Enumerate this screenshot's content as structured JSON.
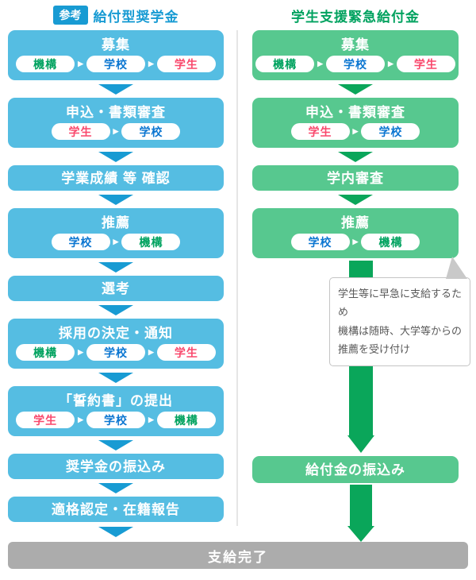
{
  "glyphs": {
    "pill_sep": "▶"
  },
  "left": {
    "badge": "参考",
    "title": "給付型奨学金",
    "steps": [
      {
        "title": "募集",
        "pills": [
          "機構",
          "学校",
          "学生"
        ]
      },
      {
        "title": "申込・書類審査",
        "pills": [
          "学生",
          "学校"
        ]
      },
      {
        "title": "学業成績 等 確認",
        "pills": []
      },
      {
        "title": "推薦",
        "pills": [
          "学校",
          "機構"
        ]
      },
      {
        "title": "選考",
        "pills": []
      },
      {
        "title": "採用の決定・通知",
        "pills": [
          "機構",
          "学校",
          "学生"
        ]
      },
      {
        "title": "「誓約書」の提出",
        "pills": [
          "学生",
          "学校",
          "機構"
        ]
      },
      {
        "title": "奨学金の振込み",
        "pills": []
      },
      {
        "title": "適格認定・在籍報告",
        "pills": []
      }
    ]
  },
  "right": {
    "title": "学生支援緊急給付金",
    "steps": [
      {
        "title": "募集",
        "pills": [
          "機構",
          "学校",
          "学生"
        ]
      },
      {
        "title": "申込・書類審査",
        "pills": [
          "学生",
          "学校"
        ]
      },
      {
        "title": "学内審査",
        "pills": []
      },
      {
        "title": "推薦",
        "pills": [
          "学校",
          "機構"
        ]
      },
      {
        "title": "給付金の振込み",
        "pills": []
      }
    ],
    "callout": {
      "line1": "学生等に早急に支給するため",
      "line2": "機構は随時、大学等からの",
      "line3": "推薦を受け付け"
    }
  },
  "footer": {
    "label": "支給完了"
  },
  "colors": {
    "blue_box": "#55bde2",
    "blue_accent": "#189bd3",
    "green_box": "#57c88f",
    "green_accent": "#0aa65a",
    "pill_kikou_text": "#00a25f",
    "pill_gakkou_text": "#0b76d1",
    "pill_gakusei_text": "#f9486c",
    "footer_bar": "#acacac",
    "callout_border": "#c4c4c4",
    "callout_text": "#595959"
  }
}
